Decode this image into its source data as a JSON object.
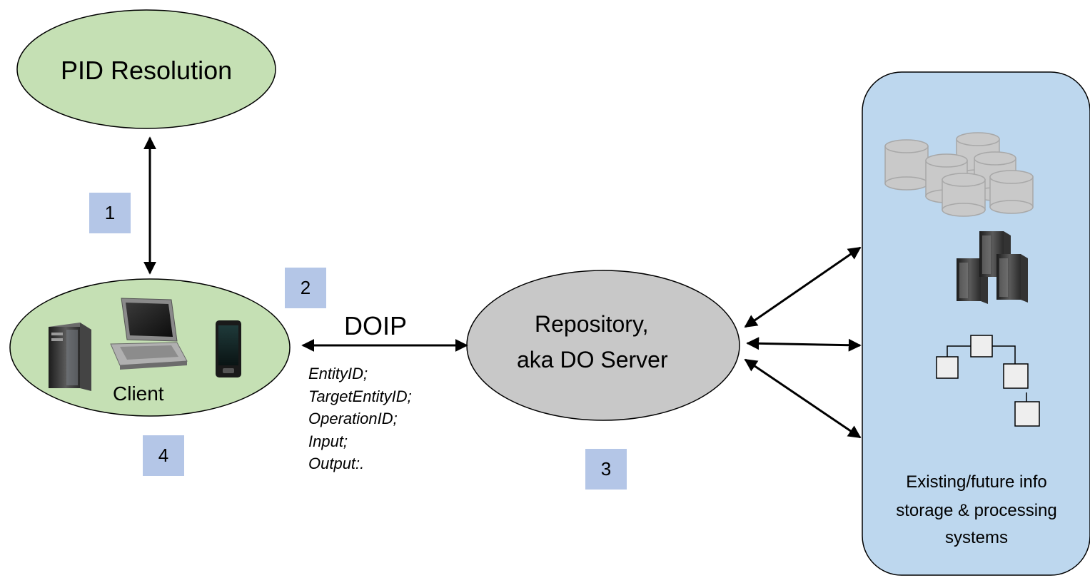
{
  "nodes": {
    "pid": {
      "label": "PID Resolution"
    },
    "client": {
      "label": "Client"
    },
    "repository": {
      "line1": "Repository,",
      "line2": "aka DO Server"
    },
    "systems": {
      "line1": "Existing/future info",
      "line2": "storage & processing",
      "line3": "systems"
    }
  },
  "protocol": {
    "label": "DOIP"
  },
  "parameters": [
    "EntityID;",
    "TargetEntityID;",
    "OperationID;",
    "Input;",
    "Output:."
  ],
  "steps": [
    "1",
    "2",
    "3",
    "4"
  ],
  "colors": {
    "ellipse_green": "#c5e0b4",
    "ellipse_gray": "#c8c8c8",
    "panel_blue": "#bdd7ee",
    "step_badge": "#b4c6e7",
    "outline": "#000000"
  },
  "icons": [
    "server-tower-icon",
    "laptop-icon",
    "smartphone-icon",
    "database-cluster-icon",
    "server-rack-icon",
    "tree-hierarchy-icon"
  ]
}
